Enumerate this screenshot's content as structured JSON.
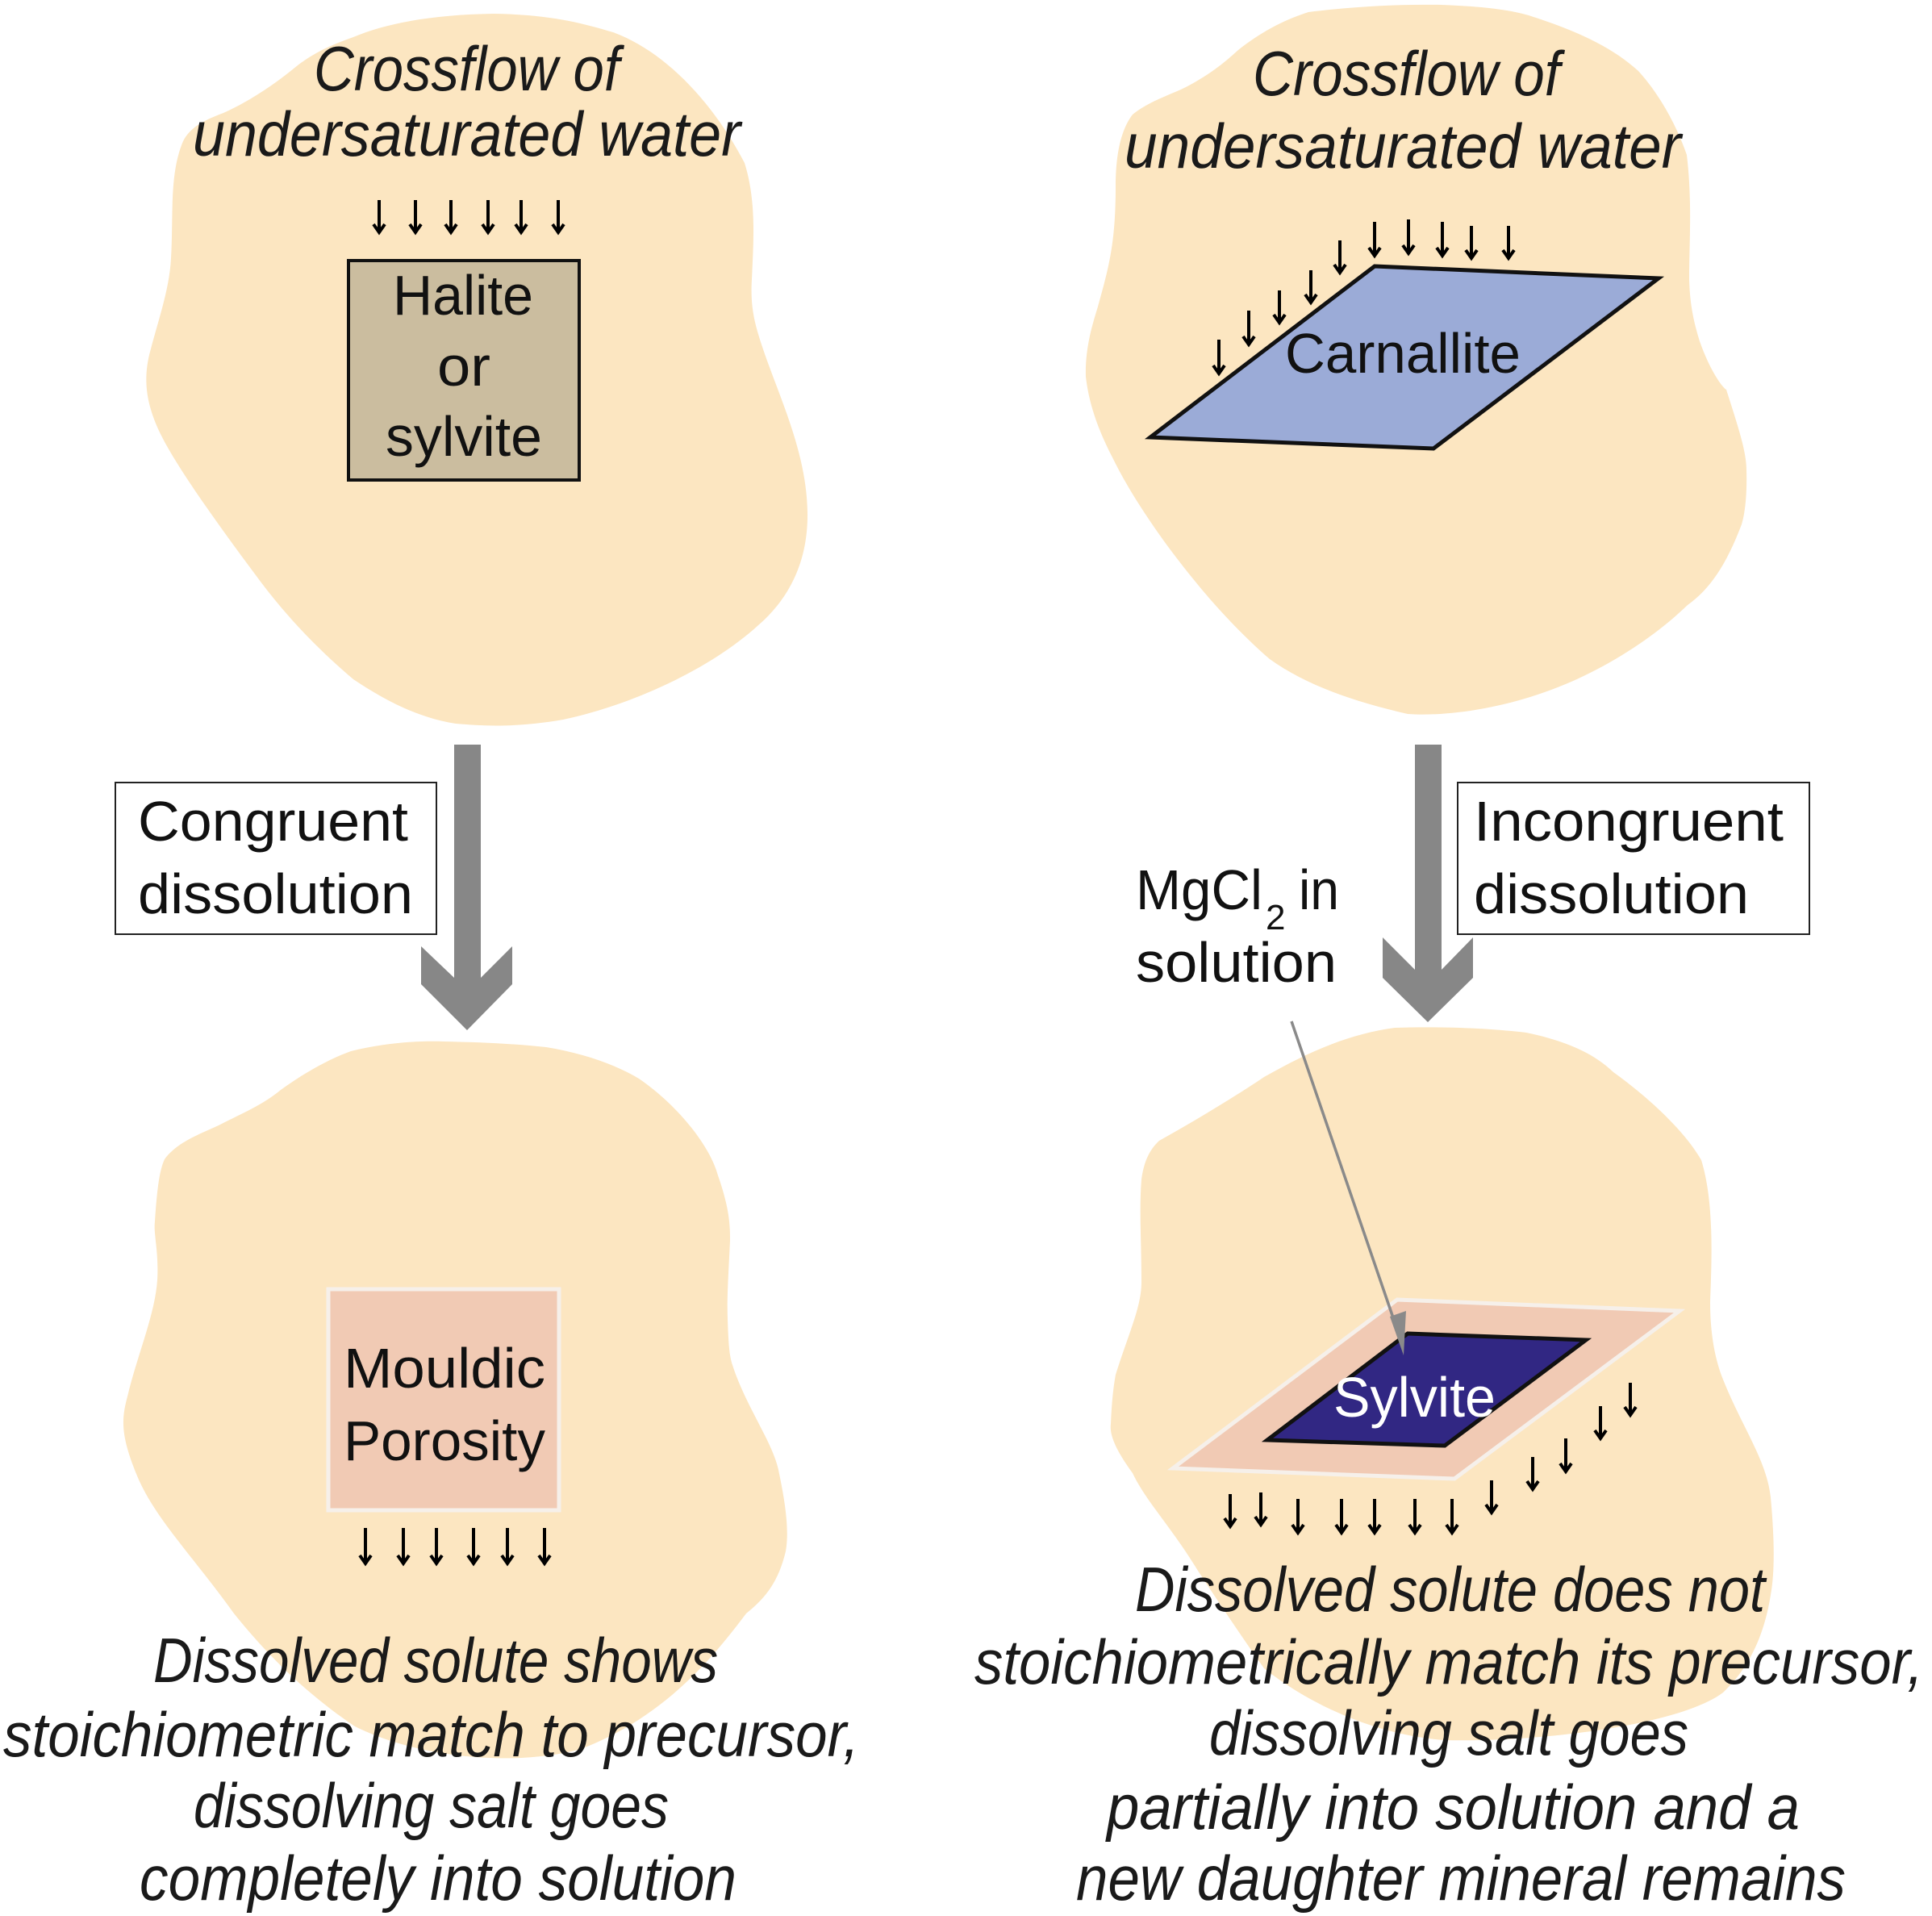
{
  "figure": {
    "colors": {
      "blob": "#fce6c1",
      "halite_box": "#cbbd9f",
      "carnallite": "#9babd7",
      "sylvite": "#312783",
      "rind": "#f1cab4",
      "flow_arrow": "#878787"
    },
    "congruent": {
      "top_caption": [
        "Crossflow of",
        "undersaturated water"
      ],
      "precursor_label": [
        "Halite",
        "or",
        "sylvite"
      ],
      "process_label": [
        "Congruent",
        "dissolution"
      ],
      "result_label": [
        "Mouldic",
        "Porosity"
      ],
      "bottom_caption": [
        "Dissolved solute shows",
        "stoichiometric match to precursor,",
        "dissolving salt goes",
        "completely into solution"
      ]
    },
    "incongruent": {
      "top_caption": [
        "Crossflow of",
        "undersaturated water"
      ],
      "precursor_label": "Carnallite",
      "process_label": [
        "Incongruent",
        "dissolution"
      ],
      "solution_note": {
        "formula_main": "MgCl",
        "formula_subscript": "2",
        "formula_suffix": "in",
        "line2": "solution"
      },
      "result_label": "Sylvite",
      "bottom_caption": [
        "Dissolved solute does not",
        "stoichiometrically match its precursor,",
        "dissolving salt goes",
        "partially into solution and a",
        "new daughter mineral remains"
      ]
    }
  }
}
